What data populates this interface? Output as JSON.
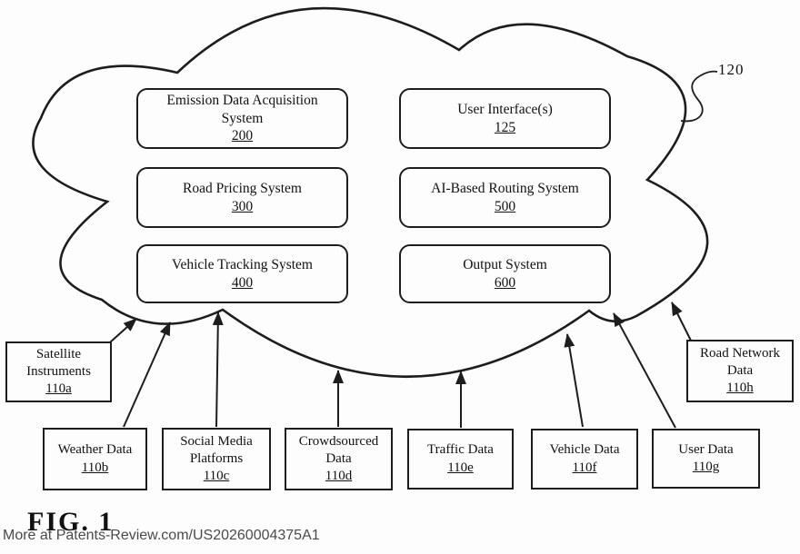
{
  "figure": {
    "label": "FIG. 1",
    "watermark": "More at Patents-Review.com/US20260004375A1"
  },
  "cloud": {
    "ref_label": "120"
  },
  "systems": [
    {
      "name": "Emission Data Acquisition System",
      "ref": "200"
    },
    {
      "name": "User Interface(s)",
      "ref": "125"
    },
    {
      "name": "Road Pricing System",
      "ref": "300"
    },
    {
      "name": "AI-Based Routing System",
      "ref": "500"
    },
    {
      "name": "Vehicle Tracking System",
      "ref": "400"
    },
    {
      "name": "Output System",
      "ref": "600"
    }
  ],
  "sources": [
    {
      "name": "Satellite Instruments",
      "ref": "110a"
    },
    {
      "name": "Weather Data",
      "ref": "110b"
    },
    {
      "name": "Social Media Platforms",
      "ref": "110c"
    },
    {
      "name": "Crowdsourced Data",
      "ref": "110d"
    },
    {
      "name": "Traffic Data",
      "ref": "110e"
    },
    {
      "name": "Vehicle Data",
      "ref": "110f"
    },
    {
      "name": "User Data",
      "ref": "110g"
    },
    {
      "name": "Road Network Data",
      "ref": "110h"
    }
  ],
  "colors": {
    "line": "#1d1d1d",
    "watermark": "#4a4a4a",
    "background": "#fdfdfd"
  }
}
